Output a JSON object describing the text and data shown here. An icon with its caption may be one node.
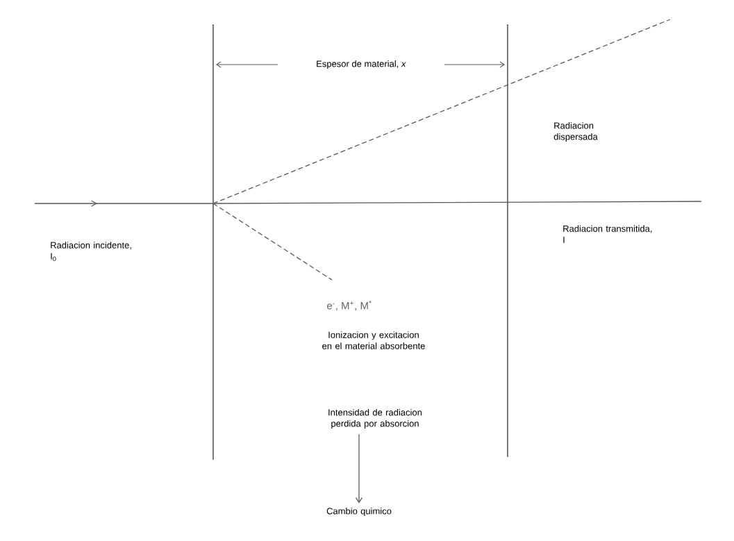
{
  "diagram": {
    "nodes": [
      {
        "text": [
          "Intensidad de radiacion perdida por absorcion"
        ]
      },
      {
        "text": [
          "Cambio quimico"
        ]
      }
    ],
    "edges": [
      {
        "from": 0,
        "to": 1,
        "arrow": "to"
      }
    ],
    "labels": [
      "Espesor de material, *x*",
      "Radiacion dispersada",
      "Radiacion incidente, I$_{0}$",
      "Radiacion transmitida, I",
      "e$^{-}$, M$^{+}$, M$^{*}$",
      "Ionizacion y excitacion en el material absorbente"
    ]
  }
}
